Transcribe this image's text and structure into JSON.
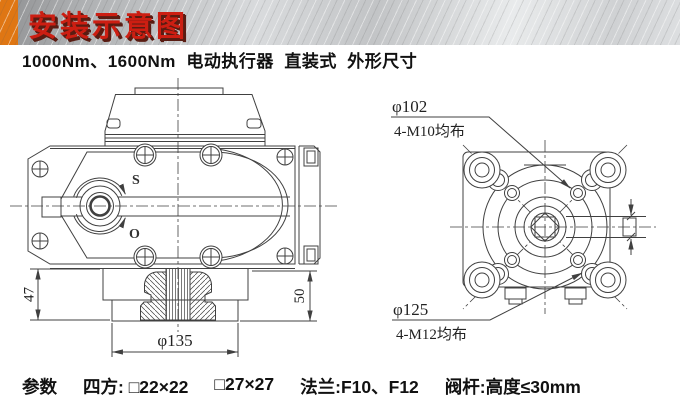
{
  "header": {
    "title": "安装示意图",
    "accent_color": "#df7613",
    "title_color": "#cc1e12"
  },
  "subtitle": "1000Nm、1600Nm  电动执行器  直装式  外形尺寸",
  "left_view": {
    "label_s": "S",
    "label_o": "O",
    "dim_height_left": "47",
    "dim_height_right": "50",
    "dim_flange_diameter": "φ135"
  },
  "right_view": {
    "bolt_circle_1_diameter": "φ102",
    "bolt_circle_1_spec": "4-M10均布",
    "bolt_circle_2_diameter": "φ125",
    "bolt_circle_2_spec": "4-M12均布"
  },
  "footer": {
    "items": [
      "参数",
      "四方: □22×22",
      "□27×27",
      "法兰:F10、F12",
      "阀杆:高度≤30mm"
    ]
  }
}
